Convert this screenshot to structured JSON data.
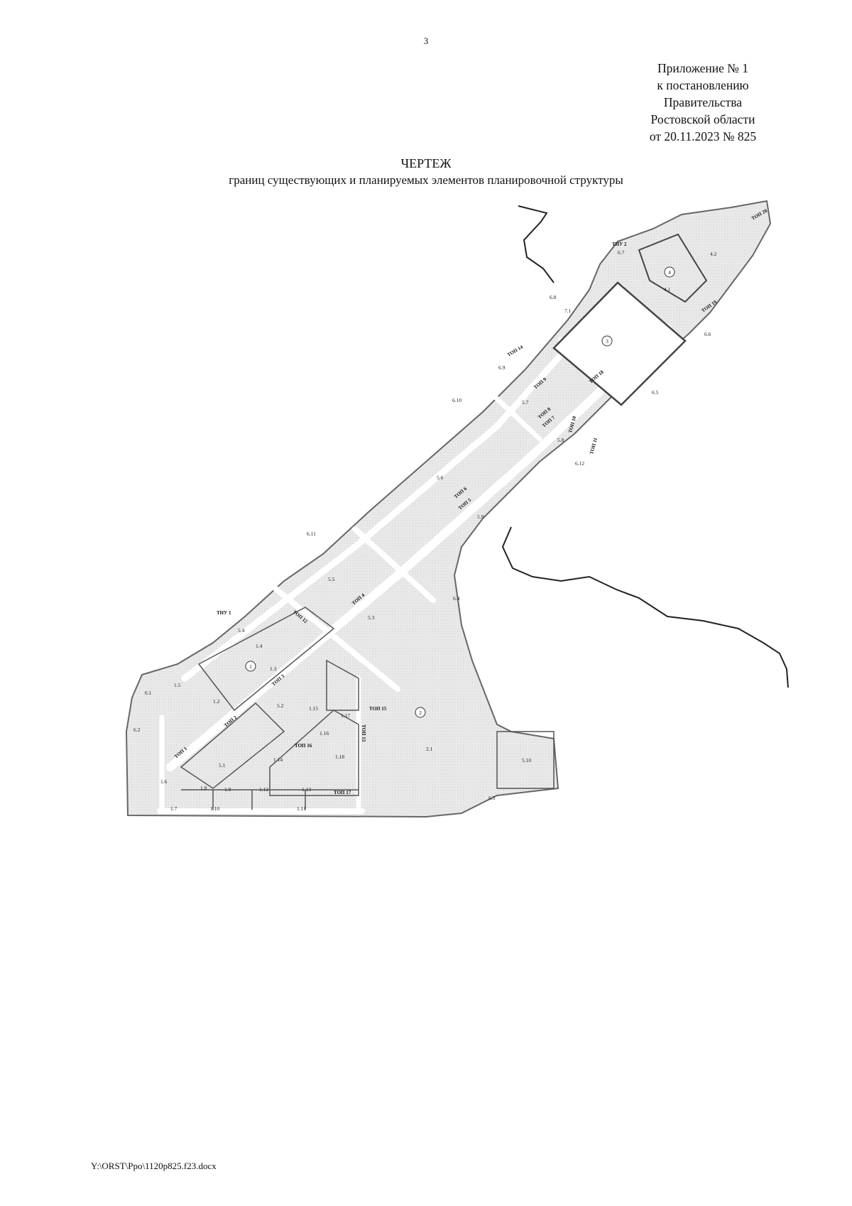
{
  "page_number": "3",
  "appendix": {
    "line1": "Приложение № 1",
    "line2": "к постановлению",
    "line3": "Правительства",
    "line4": "Ростовской области",
    "line5": "от 20.11.2023 № 825"
  },
  "title": {
    "main": "ЧЕРТЕЖ",
    "subtitle": "границ существующих и планируемых элементов планировочной структуры"
  },
  "footer_path": "Y:\\ORST\\Ppo\\1120p825.f23.docx",
  "map": {
    "colors": {
      "fill": "#e9e9e9",
      "road": "#ffffff",
      "border": "#555555",
      "river": "#222222"
    },
    "circle_labels": [
      "1",
      "2",
      "3",
      "4"
    ],
    "plots": [
      "1.2",
      "1.3",
      "1.4",
      "1.5",
      "1.6",
      "1.7",
      "1.8",
      "1.9",
      "1.10",
      "1.11",
      "1.12",
      "1.13",
      "1.14",
      "1.15",
      "1.16",
      "1.17",
      "1.18",
      "2.1",
      "4.1",
      "4.2",
      "5.1",
      "5.2",
      "5.3",
      "5.4",
      "5.5",
      "5.6",
      "5.7",
      "5.8",
      "5.9",
      "5.10",
      "6.1",
      "6.2",
      "6.3",
      "6.4",
      "6.5",
      "6.6",
      "6.7",
      "6.8",
      "6.9",
      "6.10",
      "6.11",
      "6.12",
      "7.1"
    ],
    "roads": [
      "ТОП 1",
      "ТОП 2",
      "ТОП 3",
      "ТОП 4",
      "ТОП 5",
      "ТОП 6",
      "ТОП 7",
      "ТОП 8",
      "ТОП 9",
      "ТОП 10",
      "ТОП 11",
      "ТОП 12",
      "ТОП 13",
      "ТОП 14",
      "ТОП 15",
      "ТОП 16",
      "ТОП 17",
      "ТОП 18",
      "ТОП 19",
      "ТОП 20",
      "ТНУ 1",
      "ТНУ 2"
    ]
  }
}
